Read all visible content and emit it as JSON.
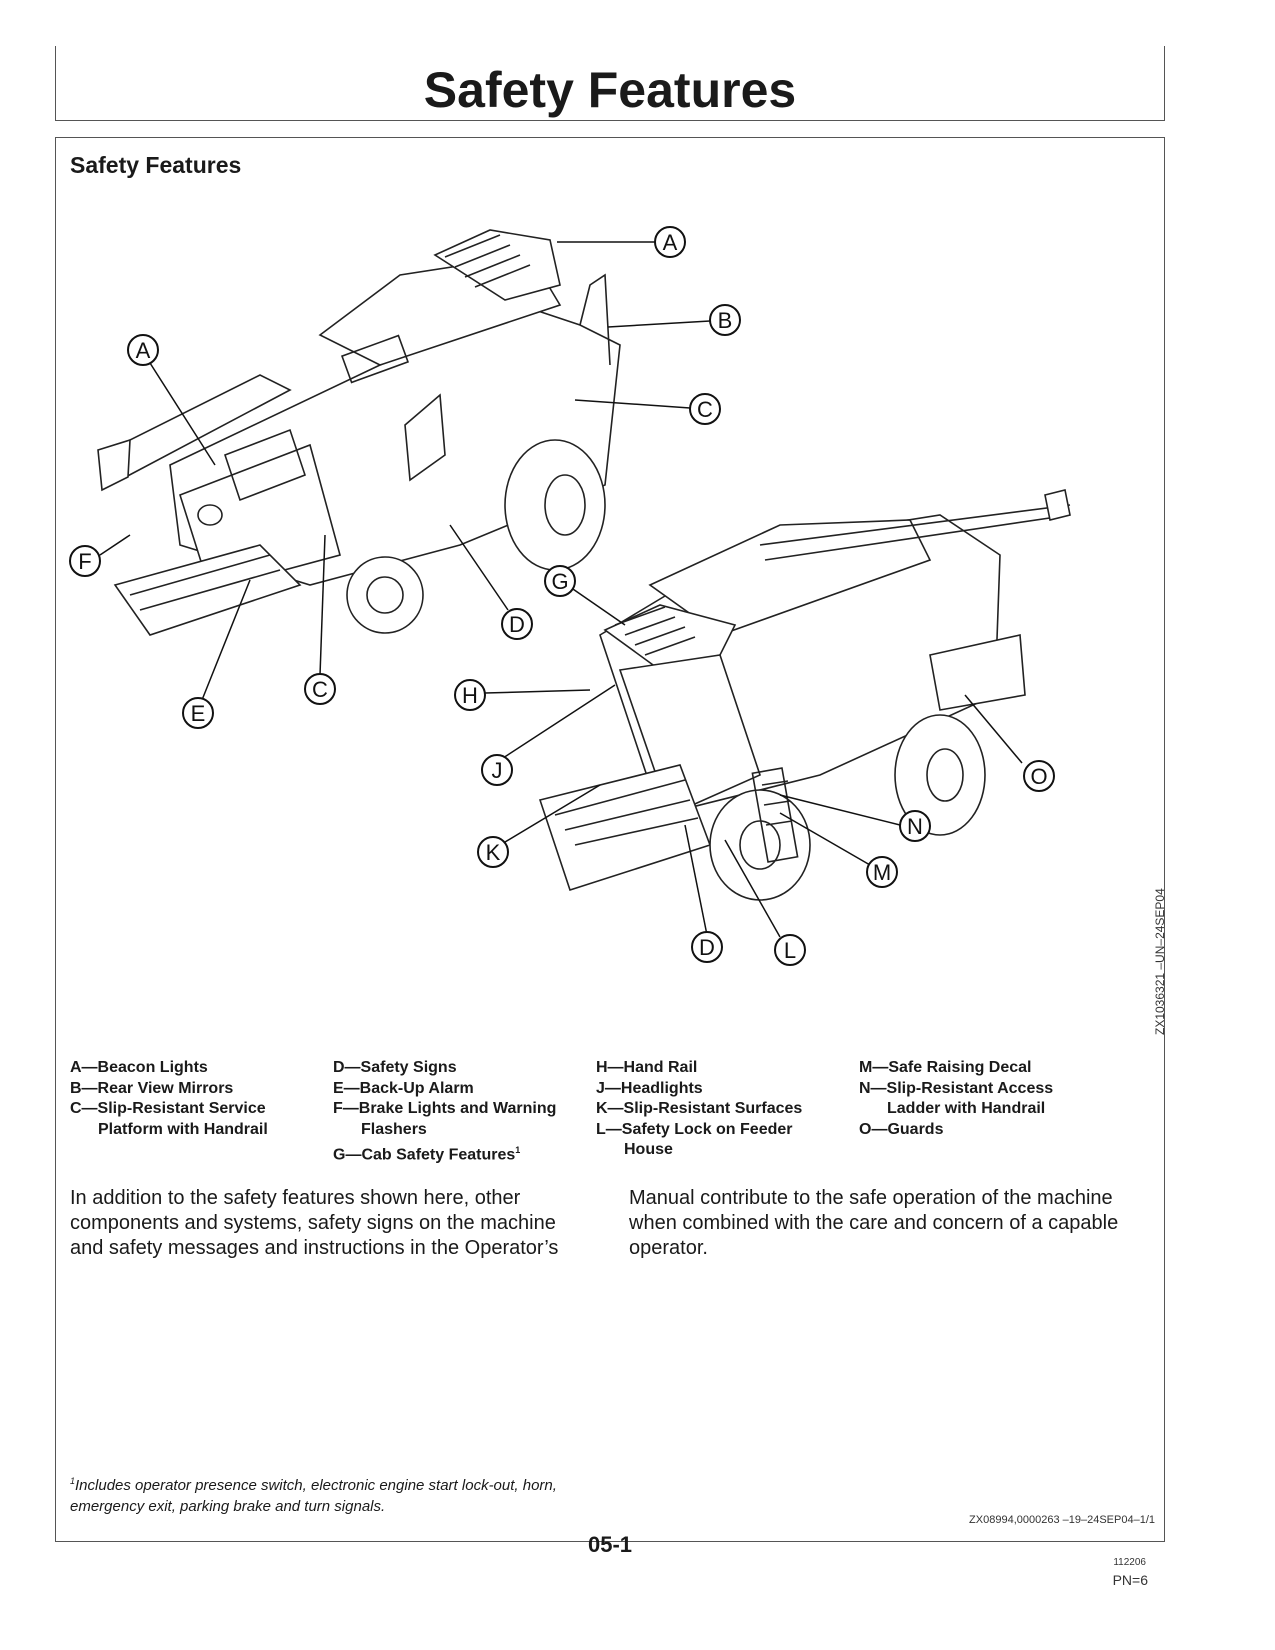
{
  "header": {
    "title": "Safety Features"
  },
  "section": {
    "heading": "Safety Features"
  },
  "figure": {
    "code": "ZX1036321 –UN–24SEP04",
    "callouts": [
      "A",
      "B",
      "C",
      "A",
      "F",
      "D",
      "C",
      "E",
      "G",
      "H",
      "J",
      "K",
      "D",
      "L",
      "M",
      "N",
      "O"
    ]
  },
  "legend": {
    "col1": [
      "A—Beacon Lights",
      "B—Rear View Mirrors",
      "C—Slip-Resistant Service",
      "Platform with Handrail"
    ],
    "col2": [
      "D—Safety Signs",
      "E—Back-Up Alarm",
      "F—Brake Lights and Warning",
      "Flashers",
      "G—Cab Safety Features",
      "1"
    ],
    "col3": [
      "H—Hand Rail",
      "J—Headlights",
      "K—Slip-Resistant Surfaces",
      "L—Safety Lock on Feeder",
      "House"
    ],
    "col4": [
      "M—Safe Raising Decal",
      "N—Slip-Resistant Access",
      "Ladder with Handrail",
      "O—Guards"
    ]
  },
  "body": {
    "left": "In addition to the safety features shown here, other components and systems, safety signs on the machine and safety messages and instructions in the Operator’s",
    "right": "Manual contribute to the safe operation of the machine when combined with the care and concern of a capable operator."
  },
  "footnote": {
    "marker": "1",
    "text": "Includes operator presence switch, electronic engine start lock-out, horn, emergency exit, parking brake and turn signals."
  },
  "footer": {
    "doc_ref": "ZX08994,0000263 –19–24SEP04–1/1",
    "page": "05-1",
    "code": "112206",
    "pn": "PN=6"
  }
}
